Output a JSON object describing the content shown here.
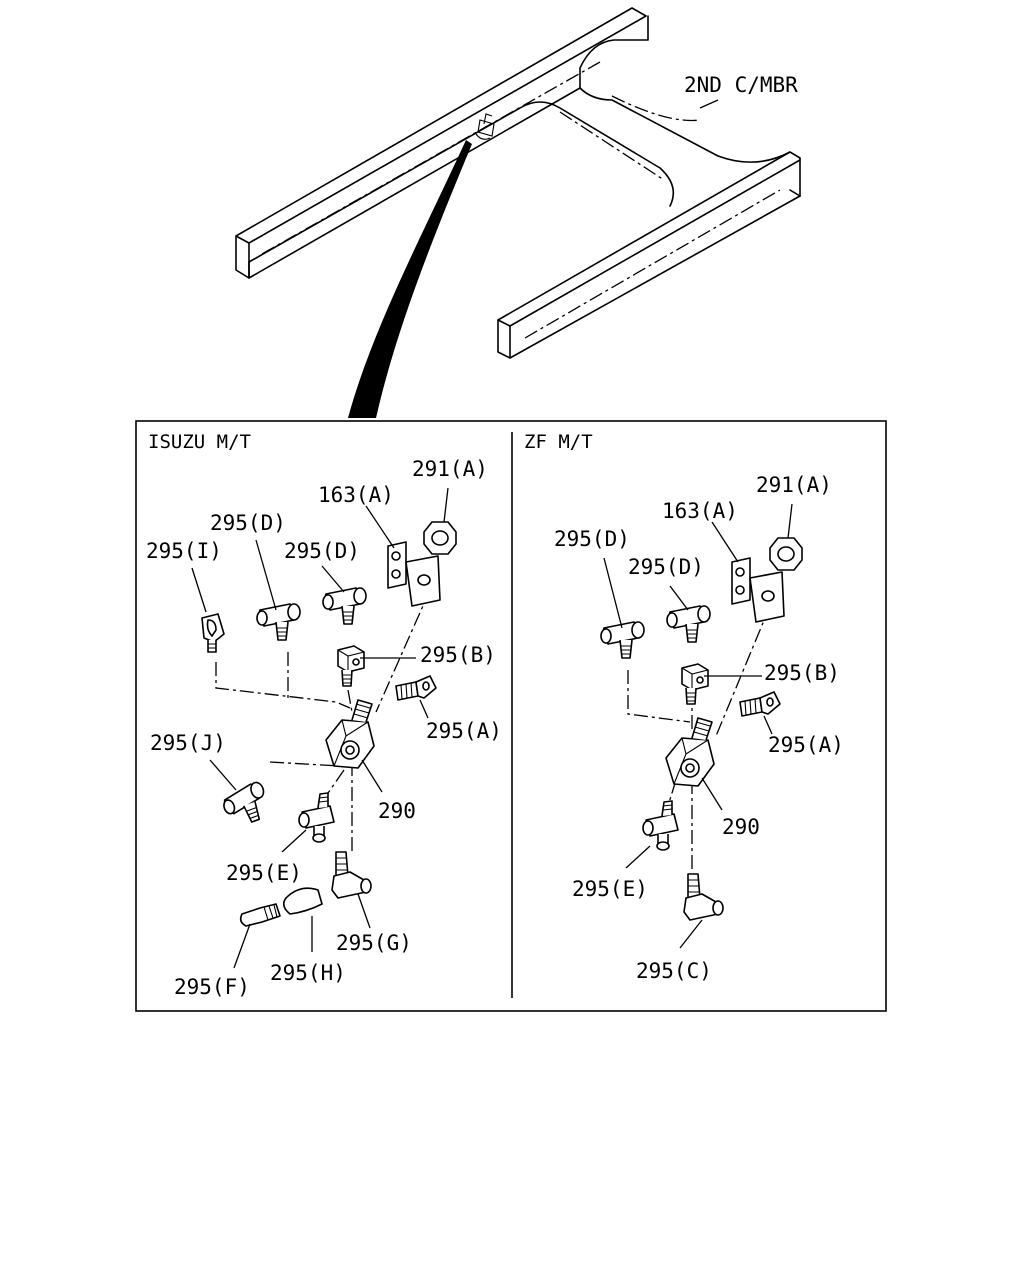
{
  "frame": {
    "label": "2ND C/MBR"
  },
  "panels": {
    "left": {
      "title": "ISUZU M/T",
      "callouts": {
        "c291a": "291(A)",
        "c163a": "163(A)",
        "c295d_1": "295(D)",
        "c295i": "295(I)",
        "c295d_2": "295(D)",
        "c295b": "295(B)",
        "c295a": "295(A)",
        "c295j": "295(J)",
        "c290": "290",
        "c295e": "295(E)",
        "c295g": "295(G)",
        "c295h": "295(H)",
        "c295f": "295(F)"
      }
    },
    "right": {
      "title": "ZF M/T",
      "callouts": {
        "c291a": "291(A)",
        "c163a": "163(A)",
        "c295d_1": "295(D)",
        "c295d_2": "295(D)",
        "c295b": "295(B)",
        "c295a": "295(A)",
        "c290": "290",
        "c295e": "295(E)",
        "c295c": "295(C)"
      }
    }
  }
}
